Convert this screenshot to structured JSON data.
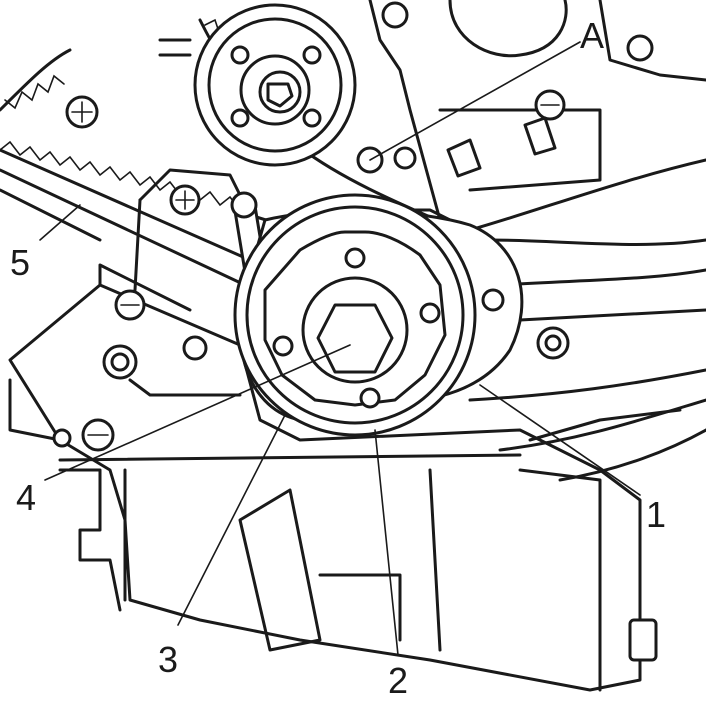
{
  "callouts": {
    "a": "A",
    "c1": "1",
    "c2": "2",
    "c3": "3",
    "c4": "4",
    "c5": "5"
  },
  "colors": {
    "ink": "#1a1a1a",
    "paper": "#ffffff"
  }
}
